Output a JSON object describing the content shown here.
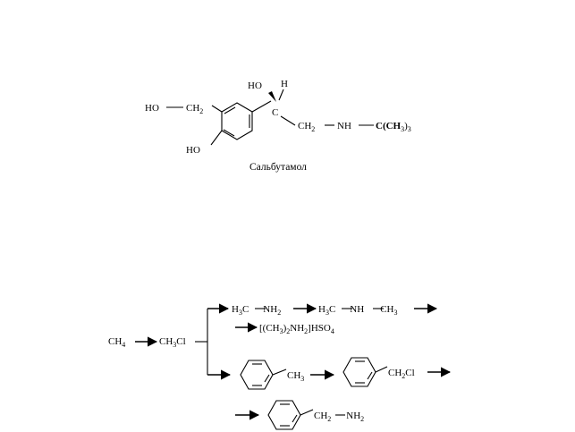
{
  "salbutamol": {
    "ho_top": "HO",
    "h_top": "H",
    "c_center": "C",
    "ho_left": "HO",
    "ch2_left_main": "CH",
    "ch2_left_sub": "2",
    "ho_bottom": "HO",
    "ch2_chain_main": "CH",
    "ch2_chain_sub": "2",
    "nh": "NH",
    "tbutyl_main": "C(CH",
    "tbutyl_sub": "3",
    "tbutyl_close": ")",
    "tbutyl_sub2": "3",
    "caption": "Сальбутамол"
  },
  "scheme": {
    "start_main": "CH",
    "start_sub": "4",
    "chloromethane_main": "CH",
    "chloromethane_sub": "3",
    "chloromethane_cl": "Cl",
    "methylamine": {
      "a": "H",
      "a_sub": "3",
      "b": "C",
      "c": "NH",
      "c_sub": "2"
    },
    "dimethylamine": {
      "a": "H",
      "a_sub": "3",
      "b": "C",
      "c": "NH",
      "d": "CH",
      "d_sub": "3"
    },
    "salt": {
      "a": "[(CH",
      "a_sub": "3",
      "b": ")",
      "b_sub": "2",
      "c": "NH",
      "c_sub": "2",
      "d": "]HSO",
      "d_sub": "4"
    },
    "toluene_sub": {
      "main": "CH",
      "sub": "3"
    },
    "benzyl_chloride_sub": {
      "main": "CH",
      "sub": "2",
      "cl": "Cl"
    },
    "benzylamine_sub": {
      "main": "CH",
      "sub": "2",
      "nh": "NH",
      "nh_sub": "2"
    }
  }
}
